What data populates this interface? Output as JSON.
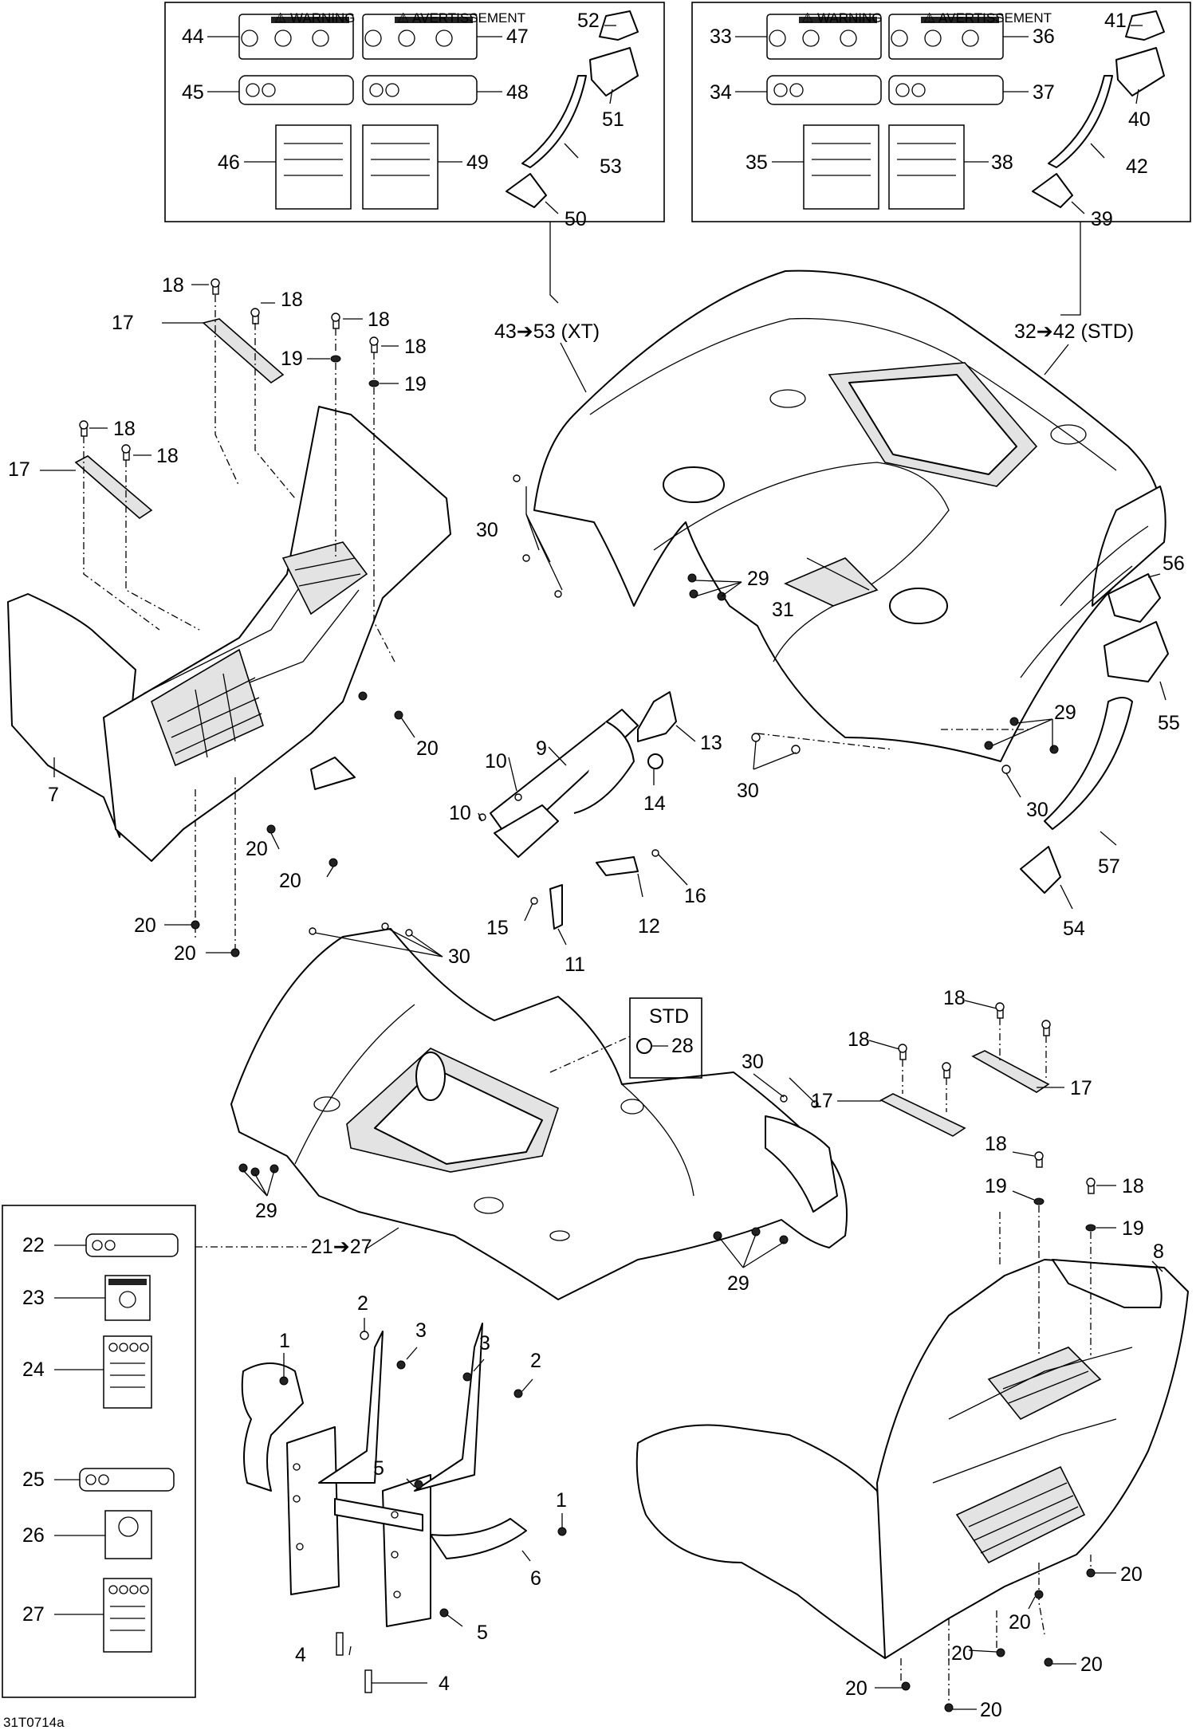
{
  "figure_code": "31T0714a",
  "callouts": {
    "c1a": "1",
    "c1b": "1",
    "c2a": "2",
    "c2b": "2",
    "c3a": "3",
    "c3b": "3",
    "c4a": "4",
    "c4b": "4",
    "c5a": "5",
    "c5b": "5",
    "c6": "6",
    "c7": "7",
    "c8": "8",
    "c9": "9",
    "c10a": "10",
    "c10b": "10",
    "c11": "11",
    "c12": "12",
    "c13": "13",
    "c14": "14",
    "c15": "15",
    "c16": "16",
    "c17a": "17",
    "c17b": "17",
    "c17c": "17",
    "c17d": "17",
    "c18a": "18",
    "c18b": "18",
    "c18c": "18",
    "c18d": "18",
    "c18e": "18",
    "c18f": "18",
    "c18g": "18",
    "c18h": "18",
    "c18i": "18",
    "c18j": "18",
    "c19a": "19",
    "c19b": "19",
    "c19c": "19",
    "c19d": "19",
    "c20a": "20",
    "c20b": "20",
    "c20c": "20",
    "c20d": "20",
    "c20e": "20",
    "c20f": "20",
    "c20g": "20",
    "c20h": "20",
    "c20i": "20",
    "c20j": "20",
    "c20k": "20",
    "c21_27": "21➔27",
    "c22": "22",
    "c23": "23",
    "c24": "24",
    "c25": "25",
    "c26": "26",
    "c27": "27",
    "c28": "28",
    "c29a": "29",
    "c29b": "29",
    "c29c": "29",
    "c29d": "29",
    "c30a": "30",
    "c30b": "30",
    "c30c": "30",
    "c30d": "30",
    "c30e": "30",
    "c31": "31",
    "c32_42": "32➔42 (STD)",
    "c33": "33",
    "c34": "34",
    "c35": "35",
    "c36": "36",
    "c37": "37",
    "c38": "38",
    "c39": "39",
    "c40": "40",
    "c41": "41",
    "c42": "42",
    "c43_53": "43➔53 (XT)",
    "c44": "44",
    "c45": "45",
    "c46": "46",
    "c47": "47",
    "c48": "48",
    "c49": "49",
    "c50": "50",
    "c51": "51",
    "c52": "52",
    "c53": "53",
    "c54": "54",
    "c55": "55",
    "c56": "56",
    "c57": "57",
    "std_box": "STD"
  },
  "decal_text": {
    "warning": "⚠ WARNING",
    "avertissement": "⚠ AVERTISSEMENT"
  }
}
